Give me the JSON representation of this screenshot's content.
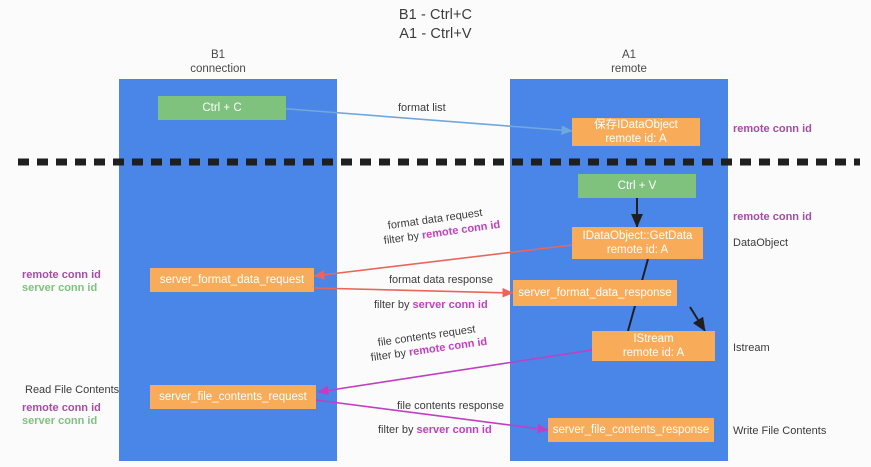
{
  "title": {
    "line1": "B1 - Ctrl+C",
    "line2": "A1 - Ctrl+V"
  },
  "columns": [
    {
      "name": "B1",
      "role": "connection"
    },
    {
      "name": "A1",
      "role": "remote"
    }
  ],
  "nodes": {
    "ctrl_c": {
      "label": "Ctrl + C",
      "color": "#7ec27e"
    },
    "ctrl_v": {
      "label": "Ctrl + V",
      "color": "#7ec27e"
    },
    "save_dataobject": {
      "line1": "保存IDataObject",
      "line2": "remote id: A",
      "color": "#f8ac59"
    },
    "getdata": {
      "line1": "IDataObject::GetData",
      "line2": "remote id: A",
      "color": "#f8ac59"
    },
    "istream": {
      "line1": "IStream",
      "line2": "remote id: A",
      "color": "#f8ac59"
    },
    "server_format_data_request": {
      "label": "server_format_data_request",
      "color": "#f8ac59"
    },
    "server_format_data_response": {
      "label": "server_format_data_response",
      "color": "#f8ac59"
    },
    "server_file_contents_request": {
      "label": "server_file_contents_request",
      "color": "#f8ac59"
    },
    "server_file_contents_response": {
      "label": "server_file_contents_response",
      "color": "#f8ac59"
    }
  },
  "edge_labels": {
    "format_list": "format list",
    "format_data_request": "format data request",
    "format_data_request_filter_prefix": "filter by ",
    "format_data_request_filter_key": "remote conn id",
    "format_data_response": "format data response",
    "format_data_response_filter_prefix": "filter by ",
    "format_data_response_filter_key": "server conn id",
    "file_contents_request": "file contents request",
    "file_contents_request_filter_prefix": "filter by ",
    "file_contents_request_filter_key": "remote conn id",
    "file_contents_response": "file contents response",
    "file_contents_response_filter_prefix": "filter by ",
    "file_contents_response_filter_key": "server conn id"
  },
  "annotations": {
    "left_remote_conn_id": "remote conn id",
    "left_server_conn_id": "server conn id",
    "read_file_contents": "Read File Contents",
    "left2_remote_conn_id": "remote conn id",
    "left2_server_conn_id": "server conn id",
    "right_remote_conn_id_top": "remote conn id",
    "right_remote_conn_id_mid": "remote conn id",
    "dataobject": "DataObject",
    "istream": "Istream",
    "write_file_contents": "Write File Contents"
  },
  "colors": {
    "lane": "#4a86e8",
    "green_node": "#7ec27e",
    "orange_node": "#f8ac59",
    "purple_text": "#a64ca6",
    "magenta_arrow": "#c13fc1",
    "red_arrow": "#e8675a",
    "blue_arrow": "#6fa8dc",
    "dark_arrow": "#1f1f1f",
    "background": "#fbfbfb"
  }
}
